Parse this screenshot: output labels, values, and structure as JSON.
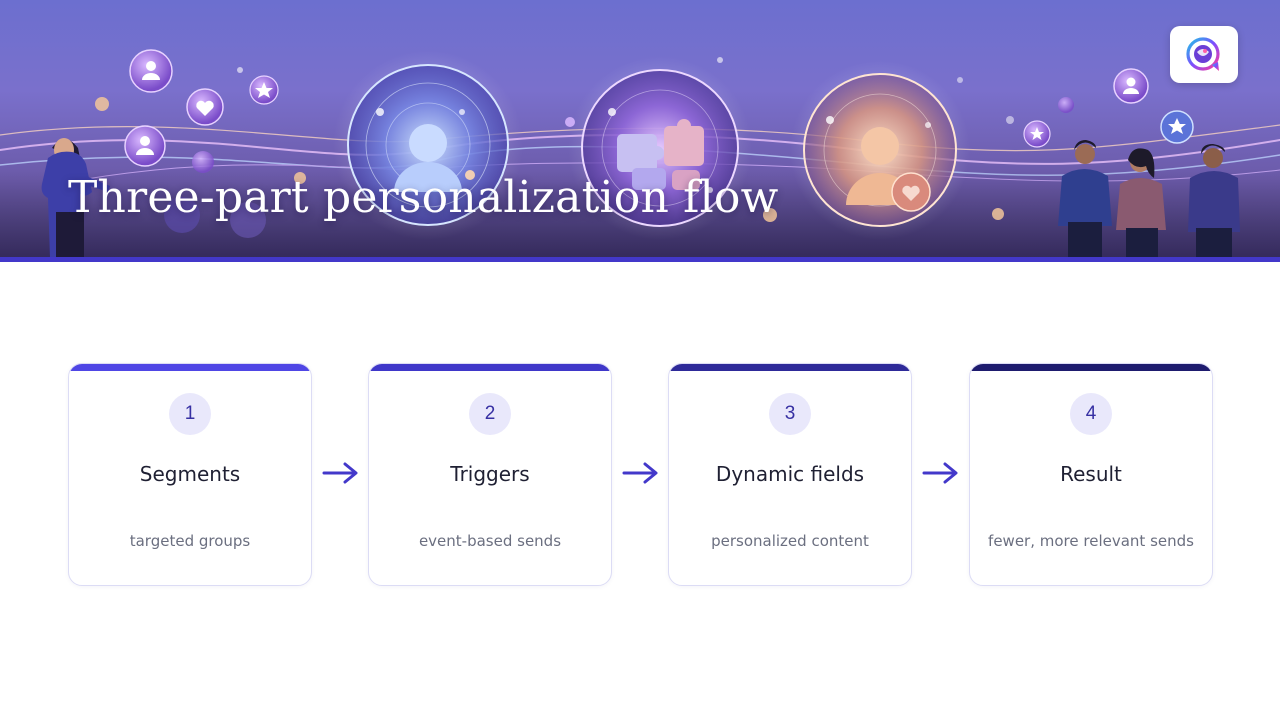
{
  "banner": {
    "title": "Three-part personalization flow"
  },
  "icons": {
    "logo": "chat-bubble-logo-icon",
    "arrow": "arrow-right-icon"
  },
  "colors": {
    "accent": "#4338ca",
    "step_bars": [
      "#4f46e5",
      "#3f37c9",
      "#2e2a99",
      "#1e1b6e"
    ],
    "number_bg": "#e9e8fb",
    "number_text": "#3730a3"
  },
  "flow": {
    "steps": [
      {
        "number": "1",
        "title": "Segments",
        "subtitle": "targeted groups"
      },
      {
        "number": "2",
        "title": "Triggers",
        "subtitle": "event-based sends"
      },
      {
        "number": "3",
        "title": "Dynamic fields",
        "subtitle": "personalized content"
      },
      {
        "number": "4",
        "title": "Result",
        "subtitle": "fewer, more relevant sends"
      }
    ]
  }
}
